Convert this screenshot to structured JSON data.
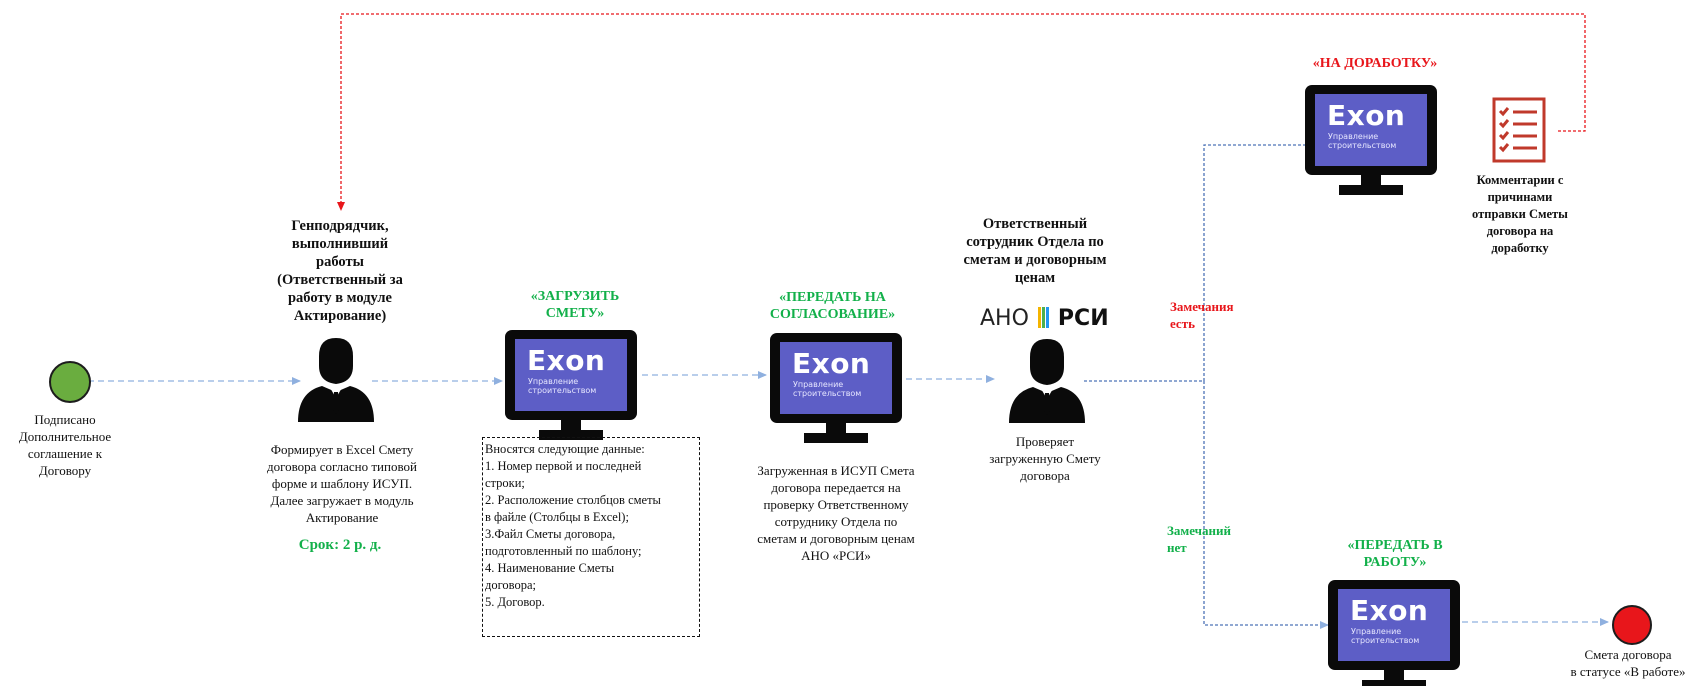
{
  "start_event": {
    "label_lines": [
      "Подписано",
      "Дополнительное",
      "соглашение к",
      "Договору"
    ],
    "color": "#6aad3f"
  },
  "end_event": {
    "label_lines": [
      "Смета договора",
      "в статусе «В работе»"
    ],
    "color": "#e8161b"
  },
  "contractor": {
    "title_lines": [
      "Генподрядчик,",
      "выполнивший",
      "работы",
      "(Ответственный за",
      "работу в модуле",
      "Актирование)"
    ],
    "desc_lines": [
      "Формирует в Excel Смету",
      "договора согласно типовой",
      "форме и шаблону ИСУП.",
      "Далее загружает в модуль",
      "Актирование"
    ],
    "deadline": "Срок: 2 р. д."
  },
  "upload_step": {
    "label_lines": [
      "«ЗАГРУЗИТЬ",
      "СМЕТУ»"
    ],
    "notes_lines": [
      "Вносятся следующие данные:",
      "1. Номер первой и последней",
      "строки;",
      "2. Расположение столбцов сметы",
      "в файле (Столбцы в Excel);",
      "3.Файл Сметы договора,",
      "подготовленный по шаблону;",
      "4. Наименование Сметы",
      "договора;",
      "5. Договор."
    ]
  },
  "approval_step": {
    "label_lines": [
      "«ПЕРЕДАТЬ НА",
      "СОГЛАСОВАНИЕ»"
    ],
    "desc_lines": [
      "Загруженная в ИСУП Смета",
      "договора передается на",
      "проверку Ответственному",
      "сотруднику Отдела по",
      "сметам и договорным ценам",
      "АНО «РСИ»"
    ]
  },
  "reviewer": {
    "title_lines": [
      "Ответственный",
      "сотрудник Отдела по",
      "сметам и договорным",
      "ценам"
    ],
    "logo_left": "АНО",
    "logo_right": "РСИ",
    "desc_lines": [
      "Проверяет",
      "загруженную Смету",
      "договора"
    ]
  },
  "rework_step": {
    "label": "«НА ДОРАБОТКУ»",
    "comment_lines": [
      "Комментарии с",
      "причинами",
      "отправки Сметы",
      "договора на",
      "доработку"
    ]
  },
  "work_step": {
    "label_lines": [
      "«ПЕРЕДАТЬ В",
      "РАБОТУ»"
    ]
  },
  "branches": {
    "remarks_yes_lines": [
      "Замечания",
      "есть"
    ],
    "remarks_no_lines": [
      "Замечаний",
      "нет"
    ]
  },
  "monitor_brand": "Exon",
  "monitor_sub_lines": [
    "Управление",
    "строительством"
  ],
  "colors": {
    "green": "#12b04a",
    "red": "#e8161b",
    "screen": "#5d5ec6",
    "connector": "#8fb0df"
  }
}
